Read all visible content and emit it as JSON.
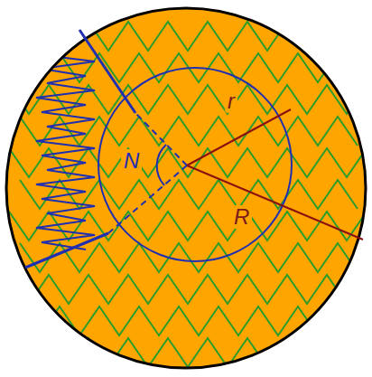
{
  "diagram": {
    "labels": [
      "r",
      "N",
      "R"
    ]
  }
}
